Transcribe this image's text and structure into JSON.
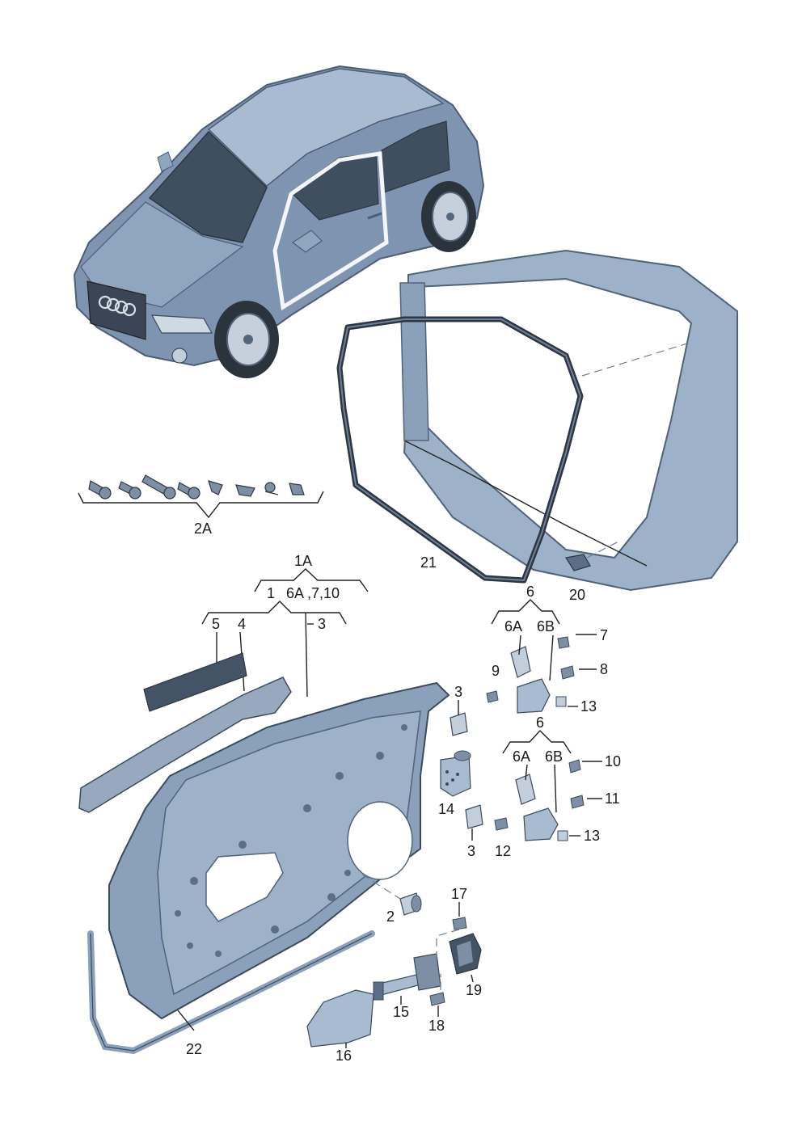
{
  "labels": {
    "l_2A": "2A",
    "l_1A": "1A",
    "l_1": "1",
    "l_6A7_10": "6A ,7,10",
    "l_5": "5",
    "l_4": "4",
    "l_3_top": "3",
    "l_21": "21",
    "l_20": "20",
    "l_6_top": "6",
    "l_6A_top": "6A",
    "l_6B_top": "6B",
    "l_7": "7",
    "l_8": "8",
    "l_9": "9",
    "l_13_top": "13",
    "l_3_mid": "3",
    "l_6_mid": "6",
    "l_6A_mid": "6A",
    "l_6B_mid": "6B",
    "l_10": "10",
    "l_11": "11",
    "l_13_mid": "13",
    "l_14": "14",
    "l_3_low": "3",
    "l_12": "12",
    "l_2": "2",
    "l_17": "17",
    "l_19": "19",
    "l_15": "15",
    "l_18": "18",
    "l_22": "22",
    "l_16": "16"
  },
  "colors": {
    "body": "#7e94b0",
    "body_light": "#a9bbd0",
    "body_dark": "#51637b",
    "glass": "#3f4f5f",
    "seal": "#2e3642",
    "panel": "#9db1c9"
  }
}
